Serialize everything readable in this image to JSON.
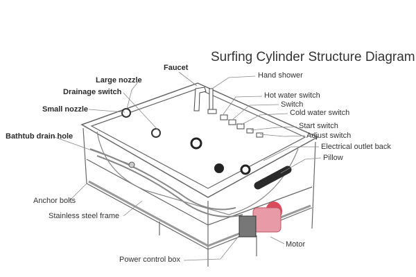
{
  "title": "Surfing Cylinder Structure Diagram",
  "labels": {
    "faucet": "Faucet",
    "hand_shower": "Hand shower",
    "large_nozzle": "Large nozzle",
    "drainage_switch": "Drainage switch",
    "hot_water_switch": "Hot water switch",
    "switch": "Switch",
    "cold_water_switch": "Cold water switch",
    "small_nozzle": "Small nozzle",
    "start_switch": "Start switch",
    "adjust_switch": "Adjust switch",
    "bathtub_drain_hole": "Bathtub drain hole",
    "electrical_outlet_back": "Electrical outlet back",
    "pillow": "Pillow",
    "anchor_bolts": "Anchor bolts",
    "stainless_steel_frame": "Stainless steel frame",
    "motor": "Motor",
    "power_control_box": "Power control box"
  },
  "colors": {
    "line": "#555555",
    "motor": "#e89aa6",
    "pillow": "#2a2a2a"
  }
}
